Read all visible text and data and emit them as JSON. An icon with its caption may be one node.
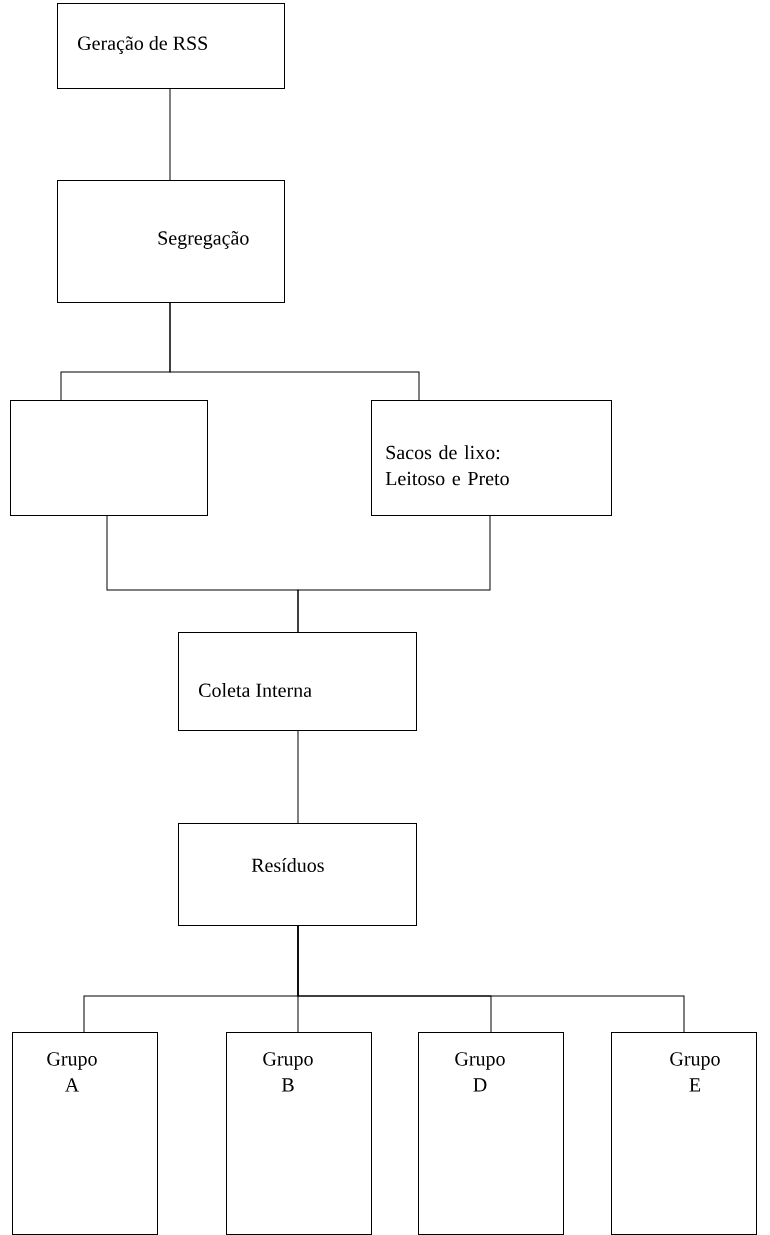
{
  "diagram": {
    "nodes": [
      {
        "text": [
          "Geração de RSS"
        ]
      },
      {
        "text": [
          "Segregação"
        ]
      },
      {
        "text": [],
        "shape": "box"
      },
      {
        "text": [
          "Sacos de lixo: Leitoso e Preto"
        ]
      },
      {
        "text": [
          "Coleta Interna"
        ]
      },
      {
        "text": [
          "Resíduos"
        ]
      },
      {
        "text": [
          "Grupo A"
        ]
      },
      {
        "text": [
          "Grupo B"
        ]
      },
      {
        "text": [
          "Grupo D"
        ]
      },
      {
        "text": [
          "Grupo E"
        ]
      }
    ],
    "edges": [
      {
        "from": 0,
        "to": 1,
        "arrow": "none"
      },
      {
        "from": 1,
        "to": 2,
        "arrow": "none"
      },
      {
        "from": 1,
        "to": 3,
        "arrow": "none"
      },
      {
        "from": 2,
        "to": 4,
        "arrow": "none"
      },
      {
        "from": 3,
        "to": 4,
        "arrow": "none"
      },
      {
        "from": 4,
        "to": 5,
        "arrow": "none"
      },
      {
        "from": 5,
        "to": 6,
        "arrow": "none"
      },
      {
        "from": 5,
        "to": 7,
        "arrow": "none"
      },
      {
        "from": 5,
        "to": 8,
        "arrow": "none"
      },
      {
        "from": 5,
        "to": 9,
        "arrow": "none"
      }
    ]
  }
}
